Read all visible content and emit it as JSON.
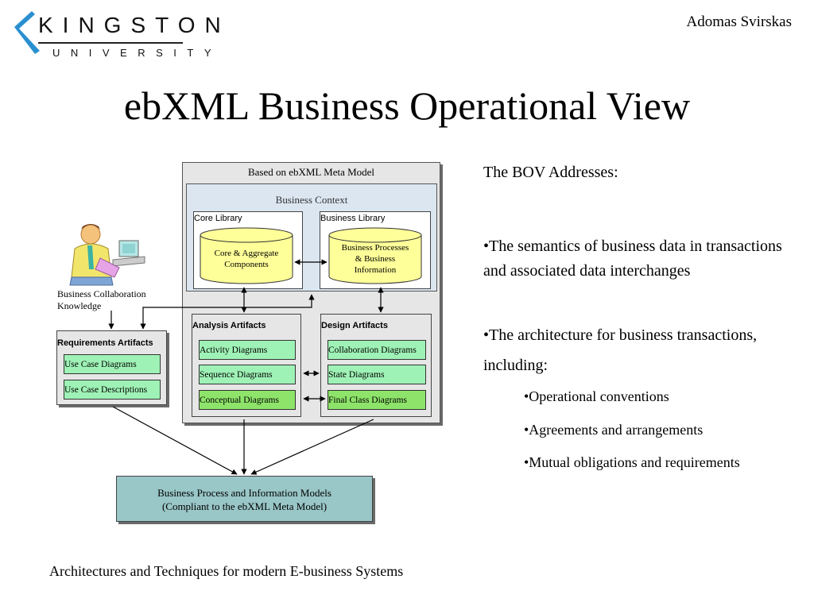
{
  "logo": {
    "name": "KINGSTON",
    "sub": "UNIVERSITY"
  },
  "author": "Adomas Svirskas",
  "title": "ebXML Business Operational View",
  "bov": {
    "heading": "The BOV Addresses:",
    "bullets": [
      "•The semantics of business data in transactions and associated data interchanges",
      "•The architecture for business transactions, including:"
    ],
    "sub_bullets": [
      "•Operational conventions",
      "•Agreements and arrangements",
      "•Mutual obligations and requirements"
    ]
  },
  "footer": "Architectures and Techniques for modern E-business Systems",
  "diagram": {
    "meta_model": "Based on ebXML Meta Model",
    "business_context": "Business Context",
    "core_library": {
      "title": "Core Library",
      "line1": "Core & Aggregate",
      "line2": "Components"
    },
    "business_library": {
      "title": "Business Library",
      "line1": "Business Processes",
      "line2": "& Business",
      "line3": "Information"
    },
    "person": {
      "line1": "Business Collaboration",
      "line2": "Knowledge"
    },
    "requirements": {
      "title": "Requirements Artifacts",
      "items": [
        "Use Case Diagrams",
        "Use Case Descriptions"
      ]
    },
    "analysis": {
      "title": "Analysis Artifacts",
      "items": [
        "Activity Diagrams",
        "Sequence Diagrams",
        "Conceptual Diagrams"
      ]
    },
    "design": {
      "title": "Design Artifacts",
      "items": [
        "Collaboration Diagrams",
        "State Diagrams",
        "Final Class Diagrams"
      ]
    },
    "models": {
      "line1": "Business Process and Information Models",
      "line2": "(Compliant to the ebXML Meta Model)"
    }
  },
  "colors": {
    "context_bg": "#dbe6f1",
    "cylinder_fill": "#ffff99",
    "artifact_green": "#9ff2b6",
    "final_green": "#8ee46a",
    "models_teal": "#99c6c7"
  }
}
